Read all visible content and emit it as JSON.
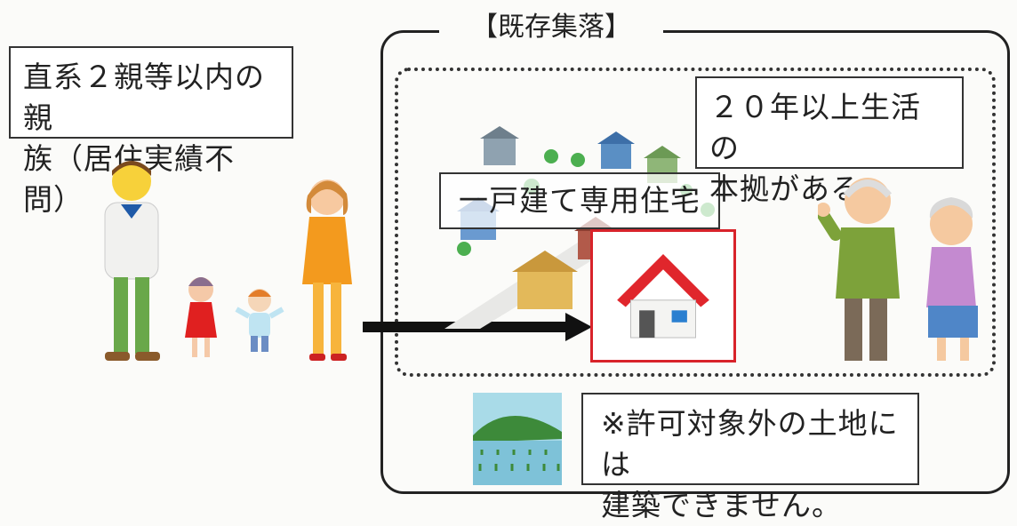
{
  "settlement": {
    "title": "【既存集落】",
    "house_label": "一戸建て専用住宅"
  },
  "relatives_box": {
    "text": "直系２親等以内の親\n族（居住実績不問）"
  },
  "years_box": {
    "text": "２０年以上生活の\n本拠がある"
  },
  "note_box": {
    "text": "※許可対象外の土地には\n建築できません。"
  },
  "colors": {
    "house_frame": "#d8232a",
    "roof": "#e0262c",
    "arrow": "#111111"
  }
}
